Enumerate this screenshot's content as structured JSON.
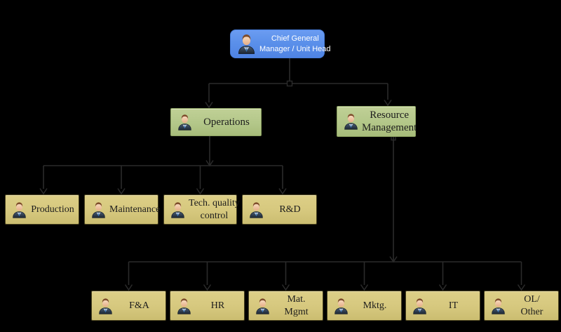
{
  "diagram_type": "org-chart",
  "colors": {
    "background": "#000000",
    "connector": "#2b2b2b",
    "root_box": "#5b90ea",
    "root_text": "#ffffff",
    "level2_box": "#b3c789",
    "leaf_box": "#d6c87e",
    "node_text": "#1c1c1c"
  },
  "icons": {
    "node_icon": "businessperson-icon"
  },
  "nodes": {
    "root": {
      "label": "Chief General Manager / Unit Head",
      "lines": [
        "Chief General",
        "Manager / Unit Head"
      ]
    },
    "operations": {
      "label": "Operations",
      "lines": [
        "Operations"
      ]
    },
    "resource": {
      "label": "Resource Management",
      "lines": [
        "Resource",
        "Management"
      ]
    },
    "production": {
      "label": "Production",
      "lines": [
        "Production"
      ]
    },
    "maintenance": {
      "label": "Maintenance",
      "lines": [
        "Maintenance"
      ]
    },
    "tech_quality": {
      "label": "Tech. quality control",
      "lines": [
        "Tech. quality",
        "control"
      ]
    },
    "rnd": {
      "label": "R&D",
      "lines": [
        "R&D"
      ]
    },
    "fa": {
      "label": "F&A",
      "lines": [
        "F&A"
      ]
    },
    "hr": {
      "label": "HR",
      "lines": [
        "HR"
      ]
    },
    "mat_mgmt": {
      "label": "Mat. Mgmt",
      "lines": [
        "Mat.",
        "Mgmt"
      ]
    },
    "mktg": {
      "label": "Mktg.",
      "lines": [
        "Mktg."
      ]
    },
    "it": {
      "label": "IT",
      "lines": [
        "IT"
      ]
    },
    "ol_other": {
      "label": "OL/Other",
      "lines": [
        "OL/",
        "Other"
      ]
    }
  },
  "hierarchy": {
    "name": "Chief General Manager / Unit Head",
    "children": [
      {
        "name": "Operations",
        "children": [
          "Production",
          "Maintenance",
          "Tech. quality control",
          "R&D"
        ]
      },
      {
        "name": "Resource Management",
        "children": [
          "F&A",
          "HR",
          "Mat. Mgmt",
          "Mktg.",
          "IT",
          "OL/Other"
        ]
      }
    ]
  }
}
